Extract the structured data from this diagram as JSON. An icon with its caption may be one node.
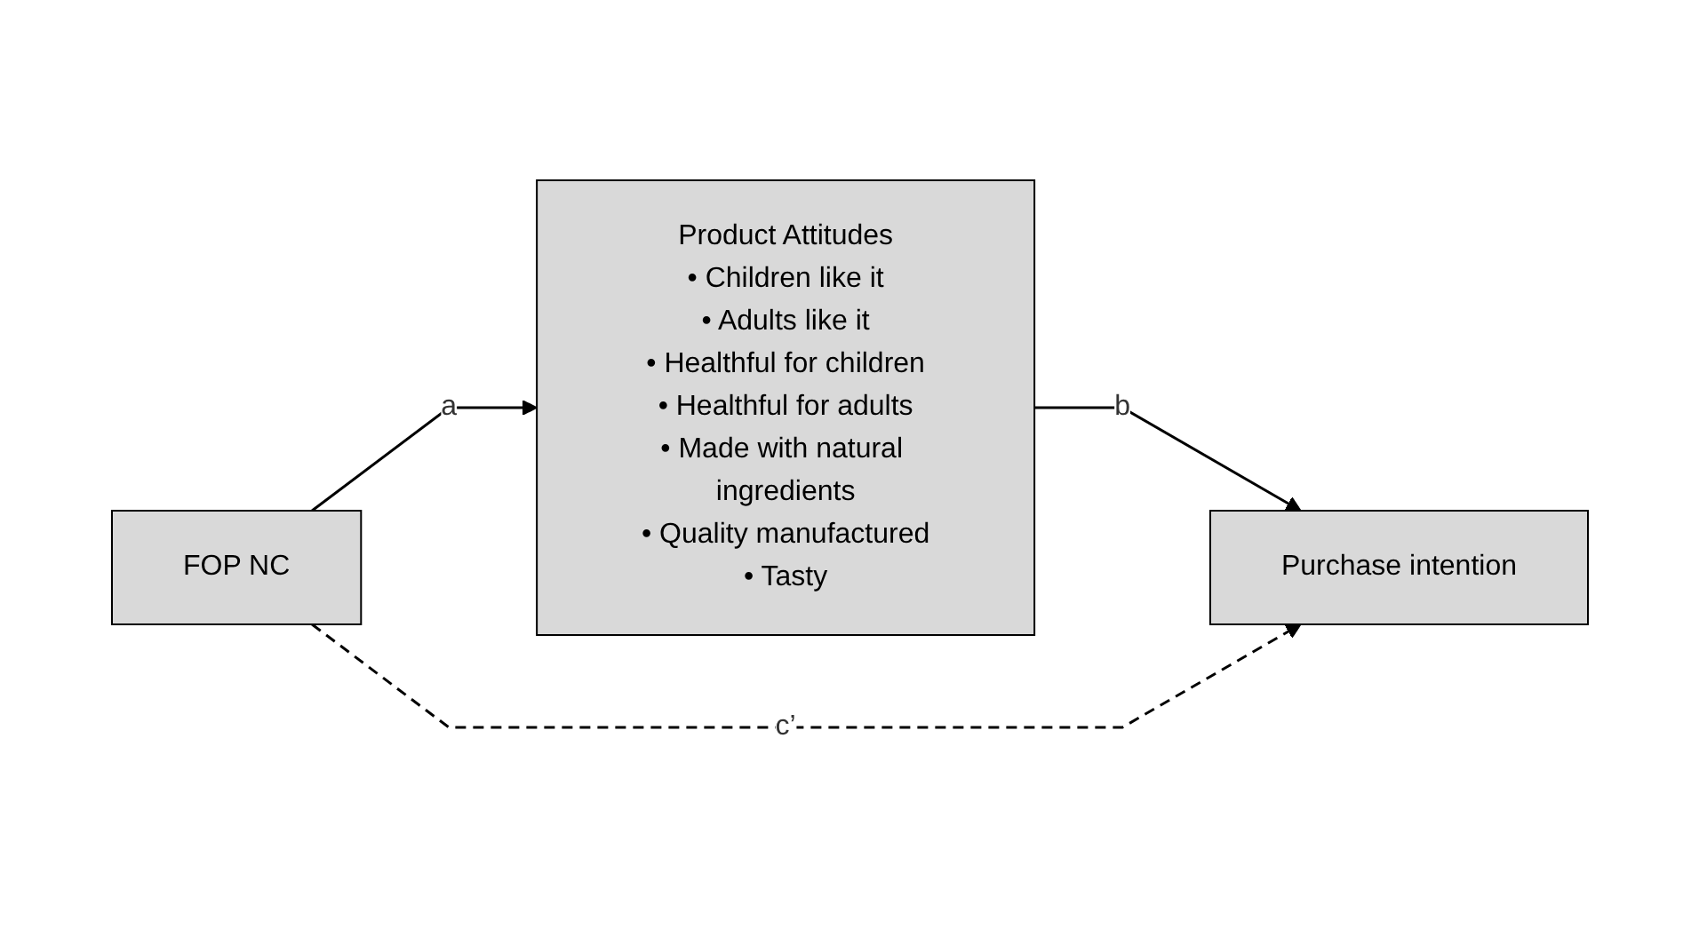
{
  "diagram": {
    "nodes": [
      {
        "text": [
          "Product Attitudes",
          "• Children like it",
          "• Adults like it",
          "• Healthful for children",
          "• Healthful for adults",
          "• Made with natural ingredients",
          "• Quality manufactured",
          "• Tasty"
        ]
      },
      {
        "text": [
          "FOP NC"
        ]
      },
      {
        "text": [
          "Purchase intention"
        ]
      }
    ],
    "edges": [
      {
        "from": 1,
        "to": 0,
        "arrow": "to",
        "label": "a"
      },
      {
        "from": 0,
        "to": 2,
        "arrow": "to",
        "label": "b"
      },
      {
        "from": 1,
        "to": 2,
        "arrow": "to",
        "label": "c’",
        "style": "dashed"
      }
    ]
  }
}
